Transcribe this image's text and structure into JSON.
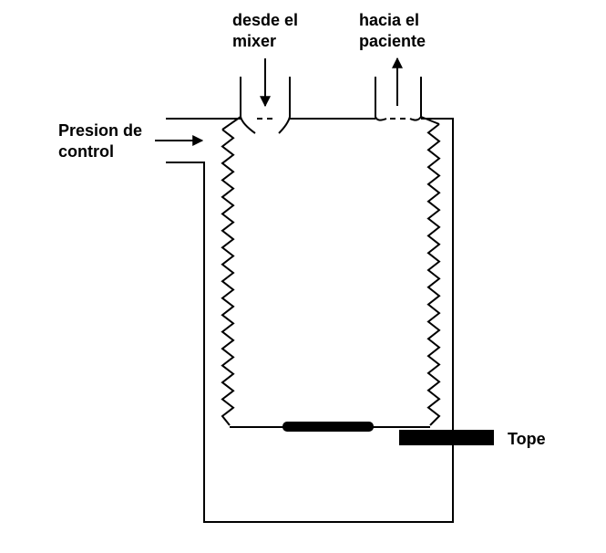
{
  "labels": {
    "from_mixer_line1": "desde el",
    "from_mixer_line2": "mixer",
    "to_patient_line1": "hacia el",
    "to_patient_line2": "paciente",
    "control_pressure_line1": "Presion de",
    "control_pressure_line2": "control",
    "stop": "Tope"
  },
  "colors": {
    "stroke": "#000000",
    "background": "#ffffff",
    "stop_block": "#000000"
  }
}
